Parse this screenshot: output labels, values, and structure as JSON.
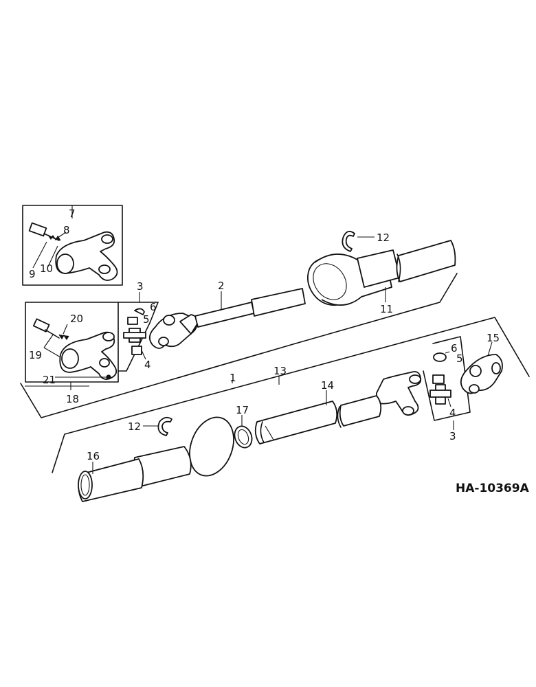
{
  "figure": {
    "reference_code": "HA-10369A",
    "callouts": {
      "c1": "1",
      "c2": "2",
      "c3_upper": "3",
      "c3_lower": "3",
      "c4_upper": "4",
      "c4_lower": "4",
      "c5_upper": "5",
      "c5_lower": "5",
      "c6_upper": "6",
      "c6_lower": "6",
      "c7": "7",
      "c8": "8",
      "c9": "9",
      "c10": "10",
      "c11": "11",
      "c12_upper": "12",
      "c12_lower": "12",
      "c13": "13",
      "c14": "14",
      "c15": "15",
      "c16": "16",
      "c17": "17",
      "c18": "18",
      "c19": "19",
      "c20": "20",
      "c21": "21"
    }
  }
}
